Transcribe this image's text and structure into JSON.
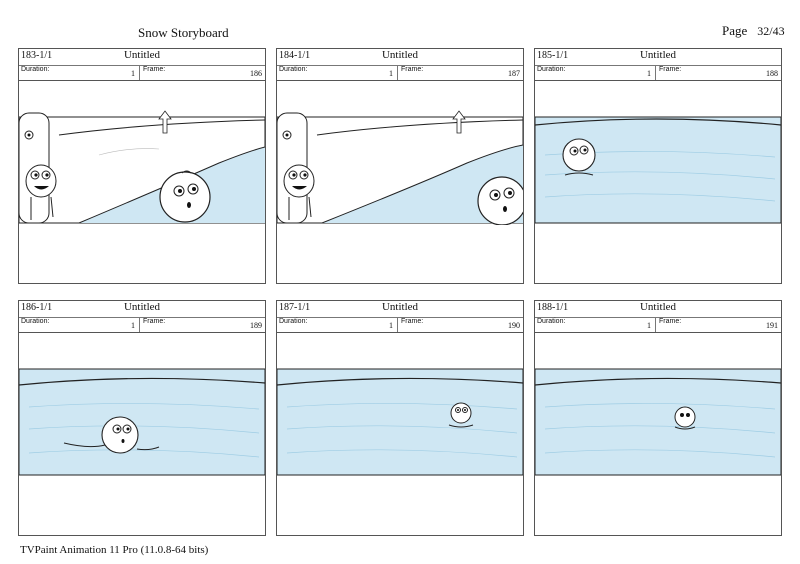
{
  "document": {
    "title": "Snow Storyboard",
    "page_label": "Page",
    "page_number": "32/43",
    "footer": "TVPaint Animation 11 Pro (11.0.8-64 bits)"
  },
  "labels": {
    "duration": "Duration:",
    "frame": "Frame:"
  },
  "panels": [
    {
      "id": "183-1/1",
      "title": "Untitled",
      "duration": "1",
      "frame": "186",
      "scene": "snowbank-characters-water"
    },
    {
      "id": "184-1/1",
      "title": "Untitled",
      "duration": "1",
      "frame": "187",
      "scene": "snowbank-characters-water"
    },
    {
      "id": "185-1/1",
      "title": "Untitled",
      "duration": "1",
      "frame": "188",
      "scene": "water-character-top-left"
    },
    {
      "id": "186-1/1",
      "title": "Untitled",
      "duration": "1",
      "frame": "189",
      "scene": "water-character-center"
    },
    {
      "id": "187-1/1",
      "title": "Untitled",
      "duration": "1",
      "frame": "190",
      "scene": "water-character-center-small"
    },
    {
      "id": "188-1/1",
      "title": "Untitled",
      "duration": "1",
      "frame": "191",
      "scene": "water-character-center-tiny"
    }
  ],
  "colors": {
    "water": "#cfe7f3",
    "water_stroke": "#9fcde4",
    "ink": "#111111",
    "border": "#555555"
  }
}
